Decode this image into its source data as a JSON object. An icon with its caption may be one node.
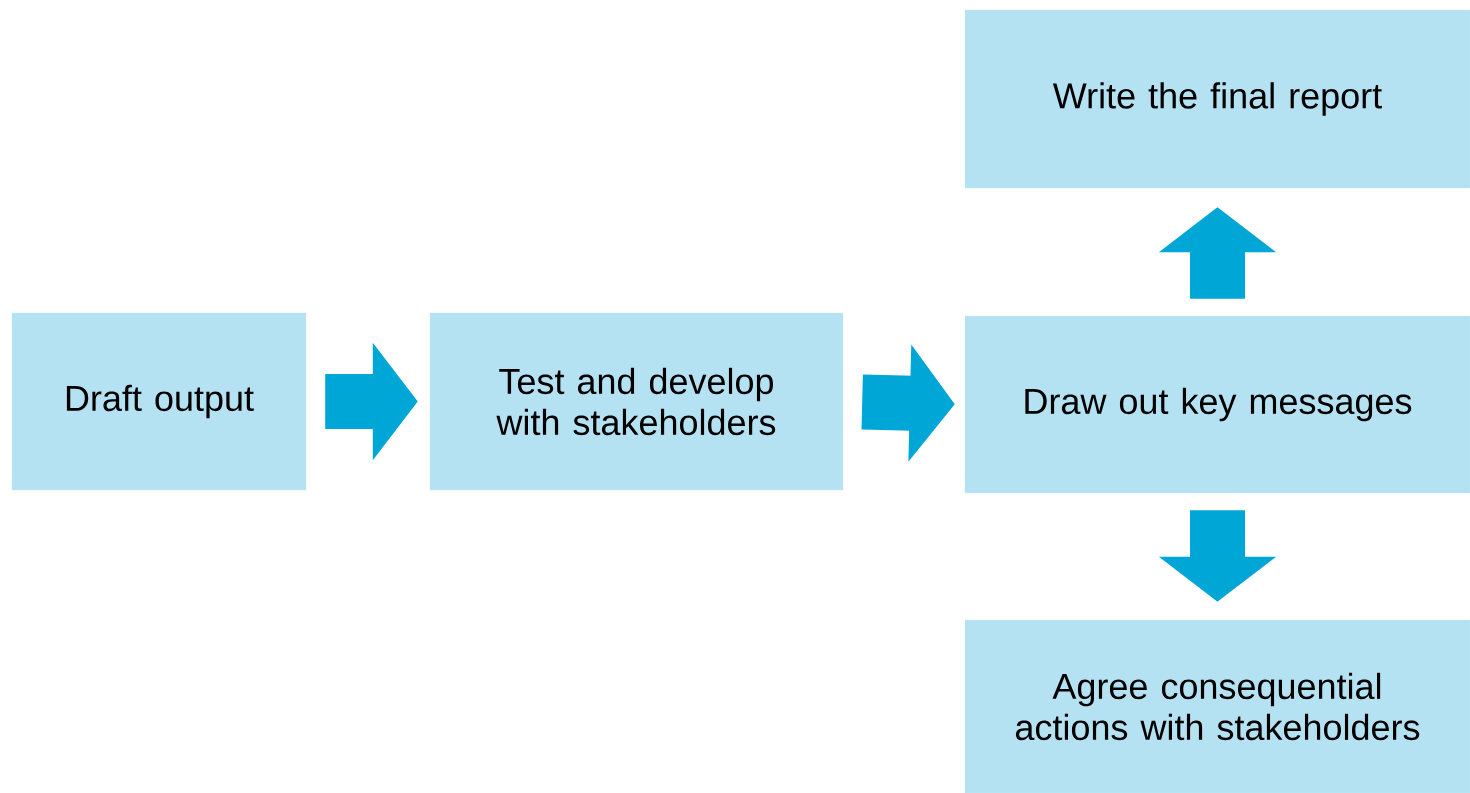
{
  "diagram": {
    "nodes": [
      {
        "text": [
          "Draft output"
        ]
      },
      {
        "text": [
          "Test and develop with stakeholders"
        ]
      },
      {
        "text": [
          "Write the final report"
        ]
      },
      {
        "text": [
          "Draw out key messages"
        ]
      },
      {
        "text": [
          "Agree consequential actions with stakeholders"
        ]
      }
    ],
    "edges": [
      {
        "from": 0,
        "to": 1,
        "arrow": "to"
      },
      {
        "from": 1,
        "to": 3,
        "arrow": "to"
      },
      {
        "from": 3,
        "to": 2,
        "arrow": "to"
      },
      {
        "from": 3,
        "to": 4,
        "arrow": "to"
      }
    ]
  }
}
